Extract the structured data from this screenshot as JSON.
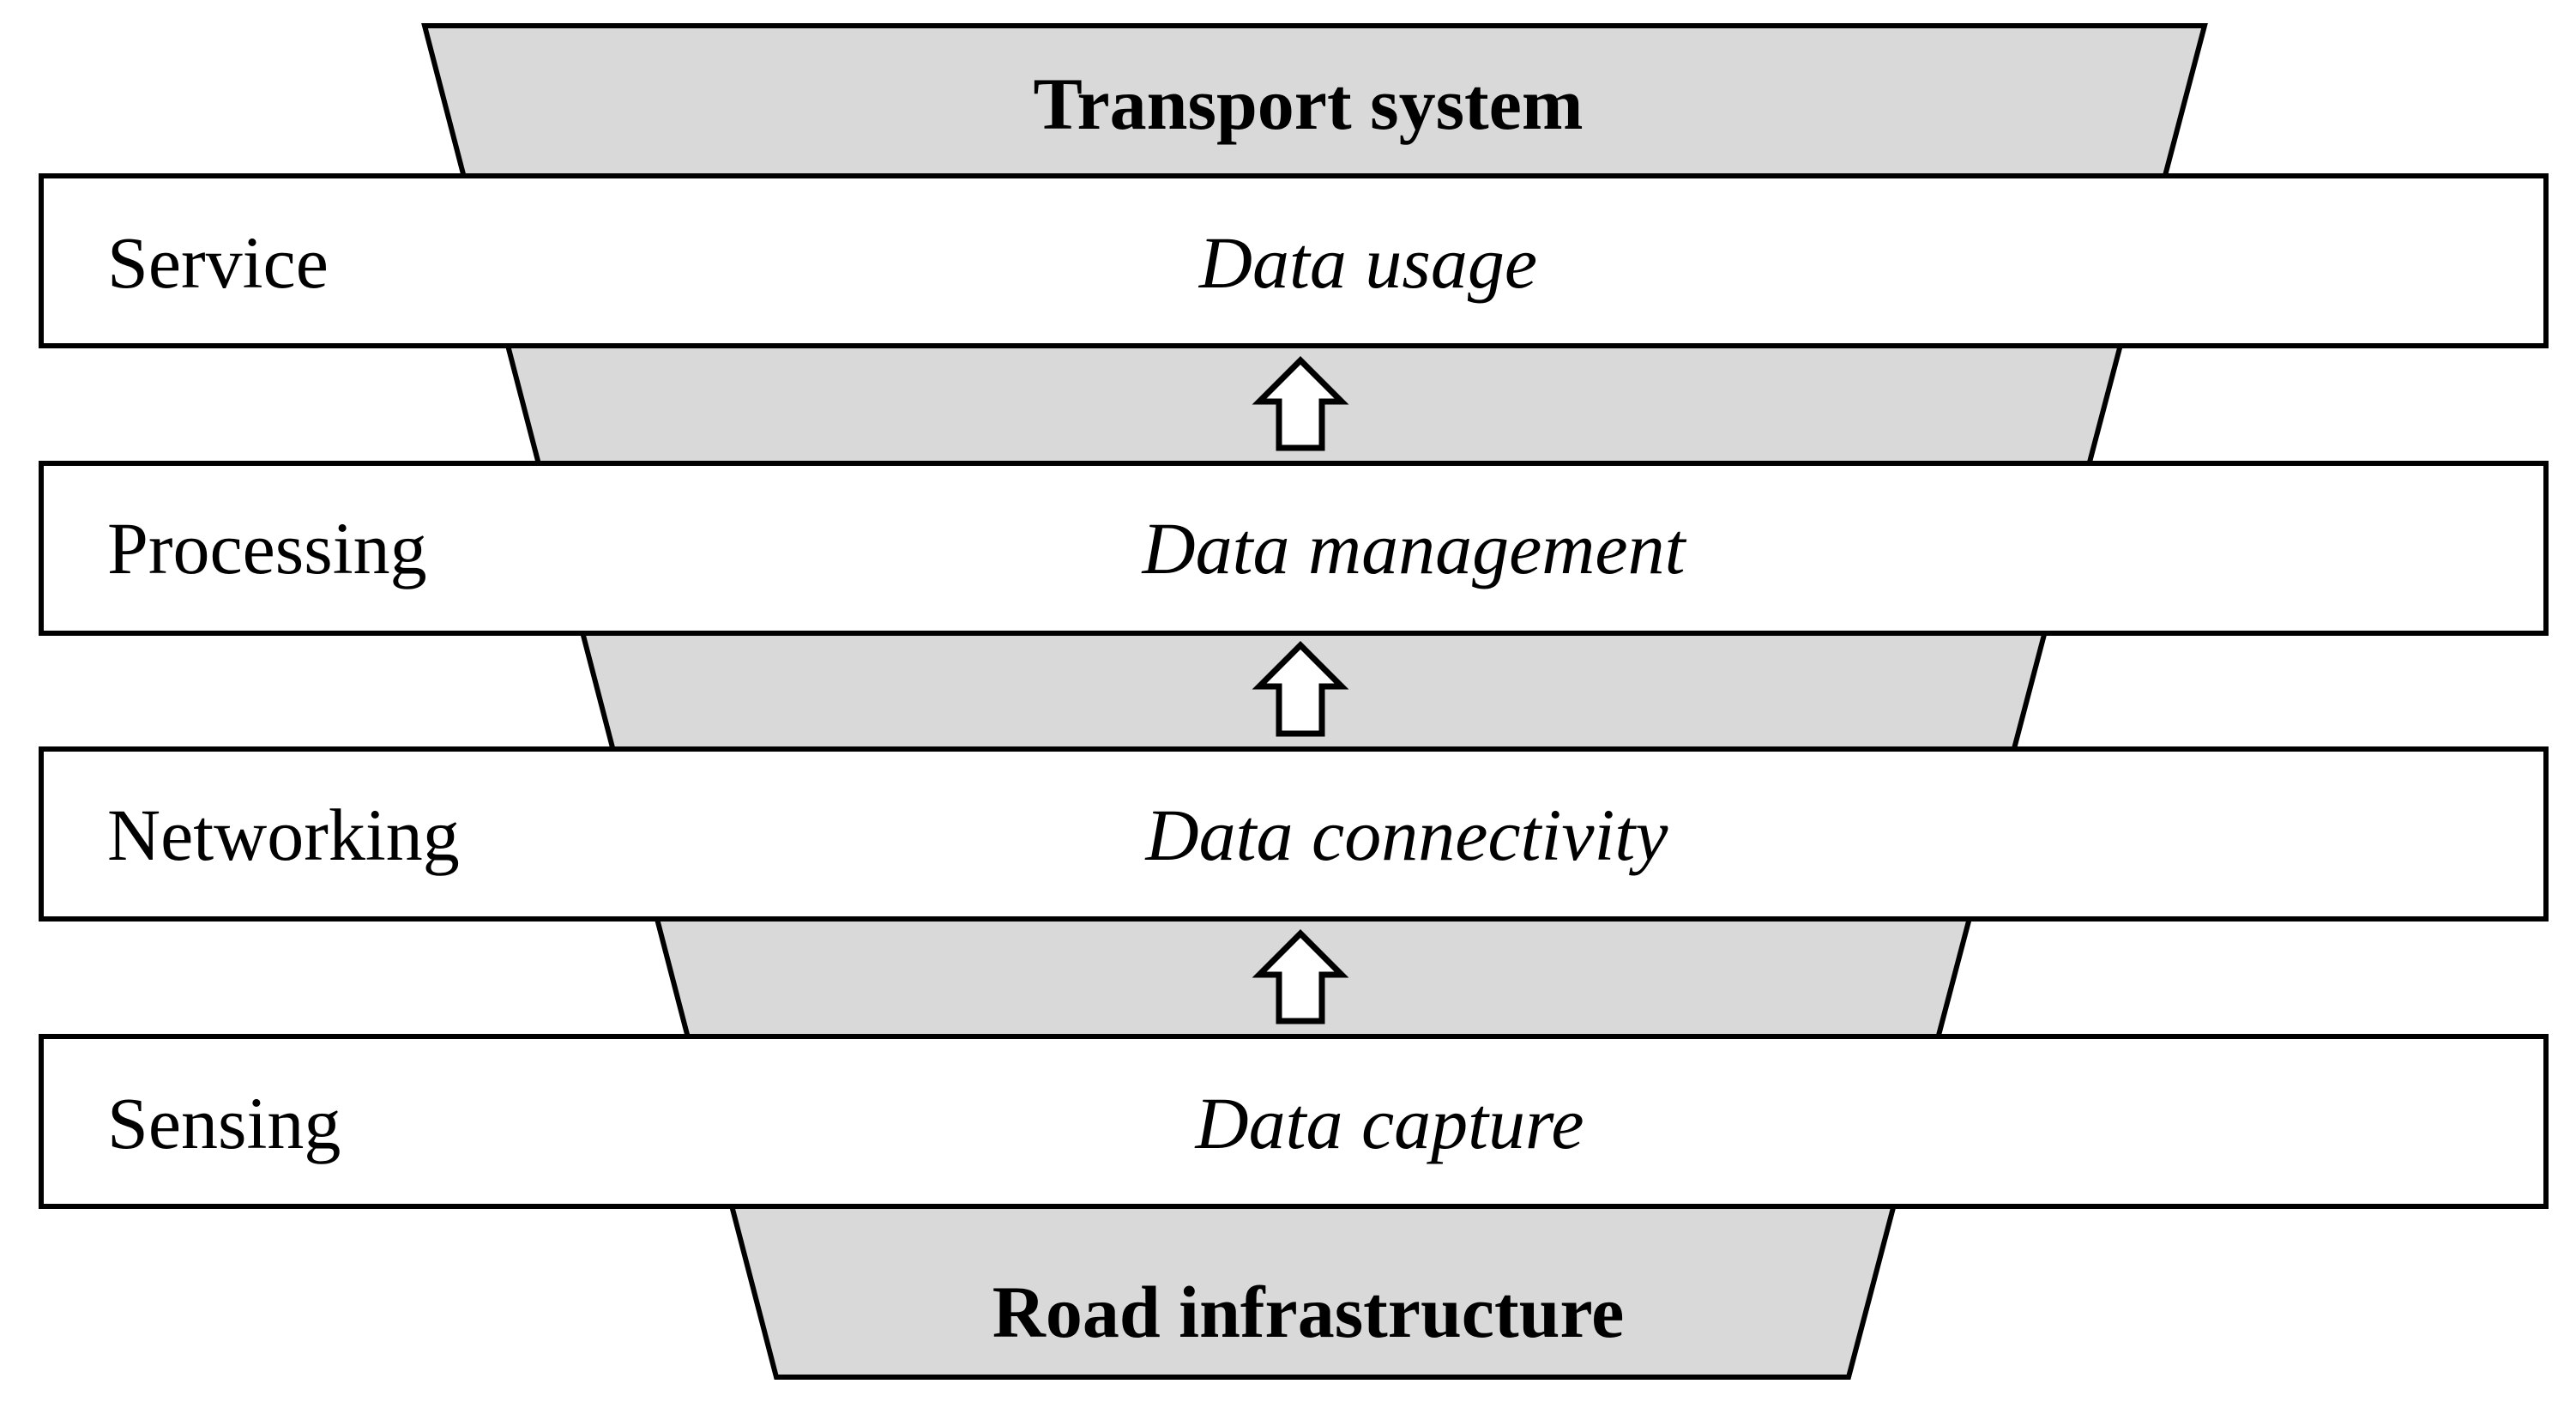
{
  "diagram": {
    "top_label": "Transport system",
    "bottom_label": "Road infrastructure",
    "layers": [
      {
        "name": "Service",
        "role": "Data usage"
      },
      {
        "name": "Processing",
        "role": "Data management"
      },
      {
        "name": "Networking",
        "role": "Data connectivity"
      },
      {
        "name": "Sensing",
        "role": "Data capture"
      }
    ],
    "arrows": [
      {
        "from": "Processing",
        "to": "Service"
      },
      {
        "from": "Networking",
        "to": "Processing"
      },
      {
        "from": "Sensing",
        "to": "Networking"
      }
    ],
    "colors": {
      "funnel_fill": "#d9d9d9",
      "layer_fill": "#ffffff",
      "stroke": "#000000"
    }
  }
}
